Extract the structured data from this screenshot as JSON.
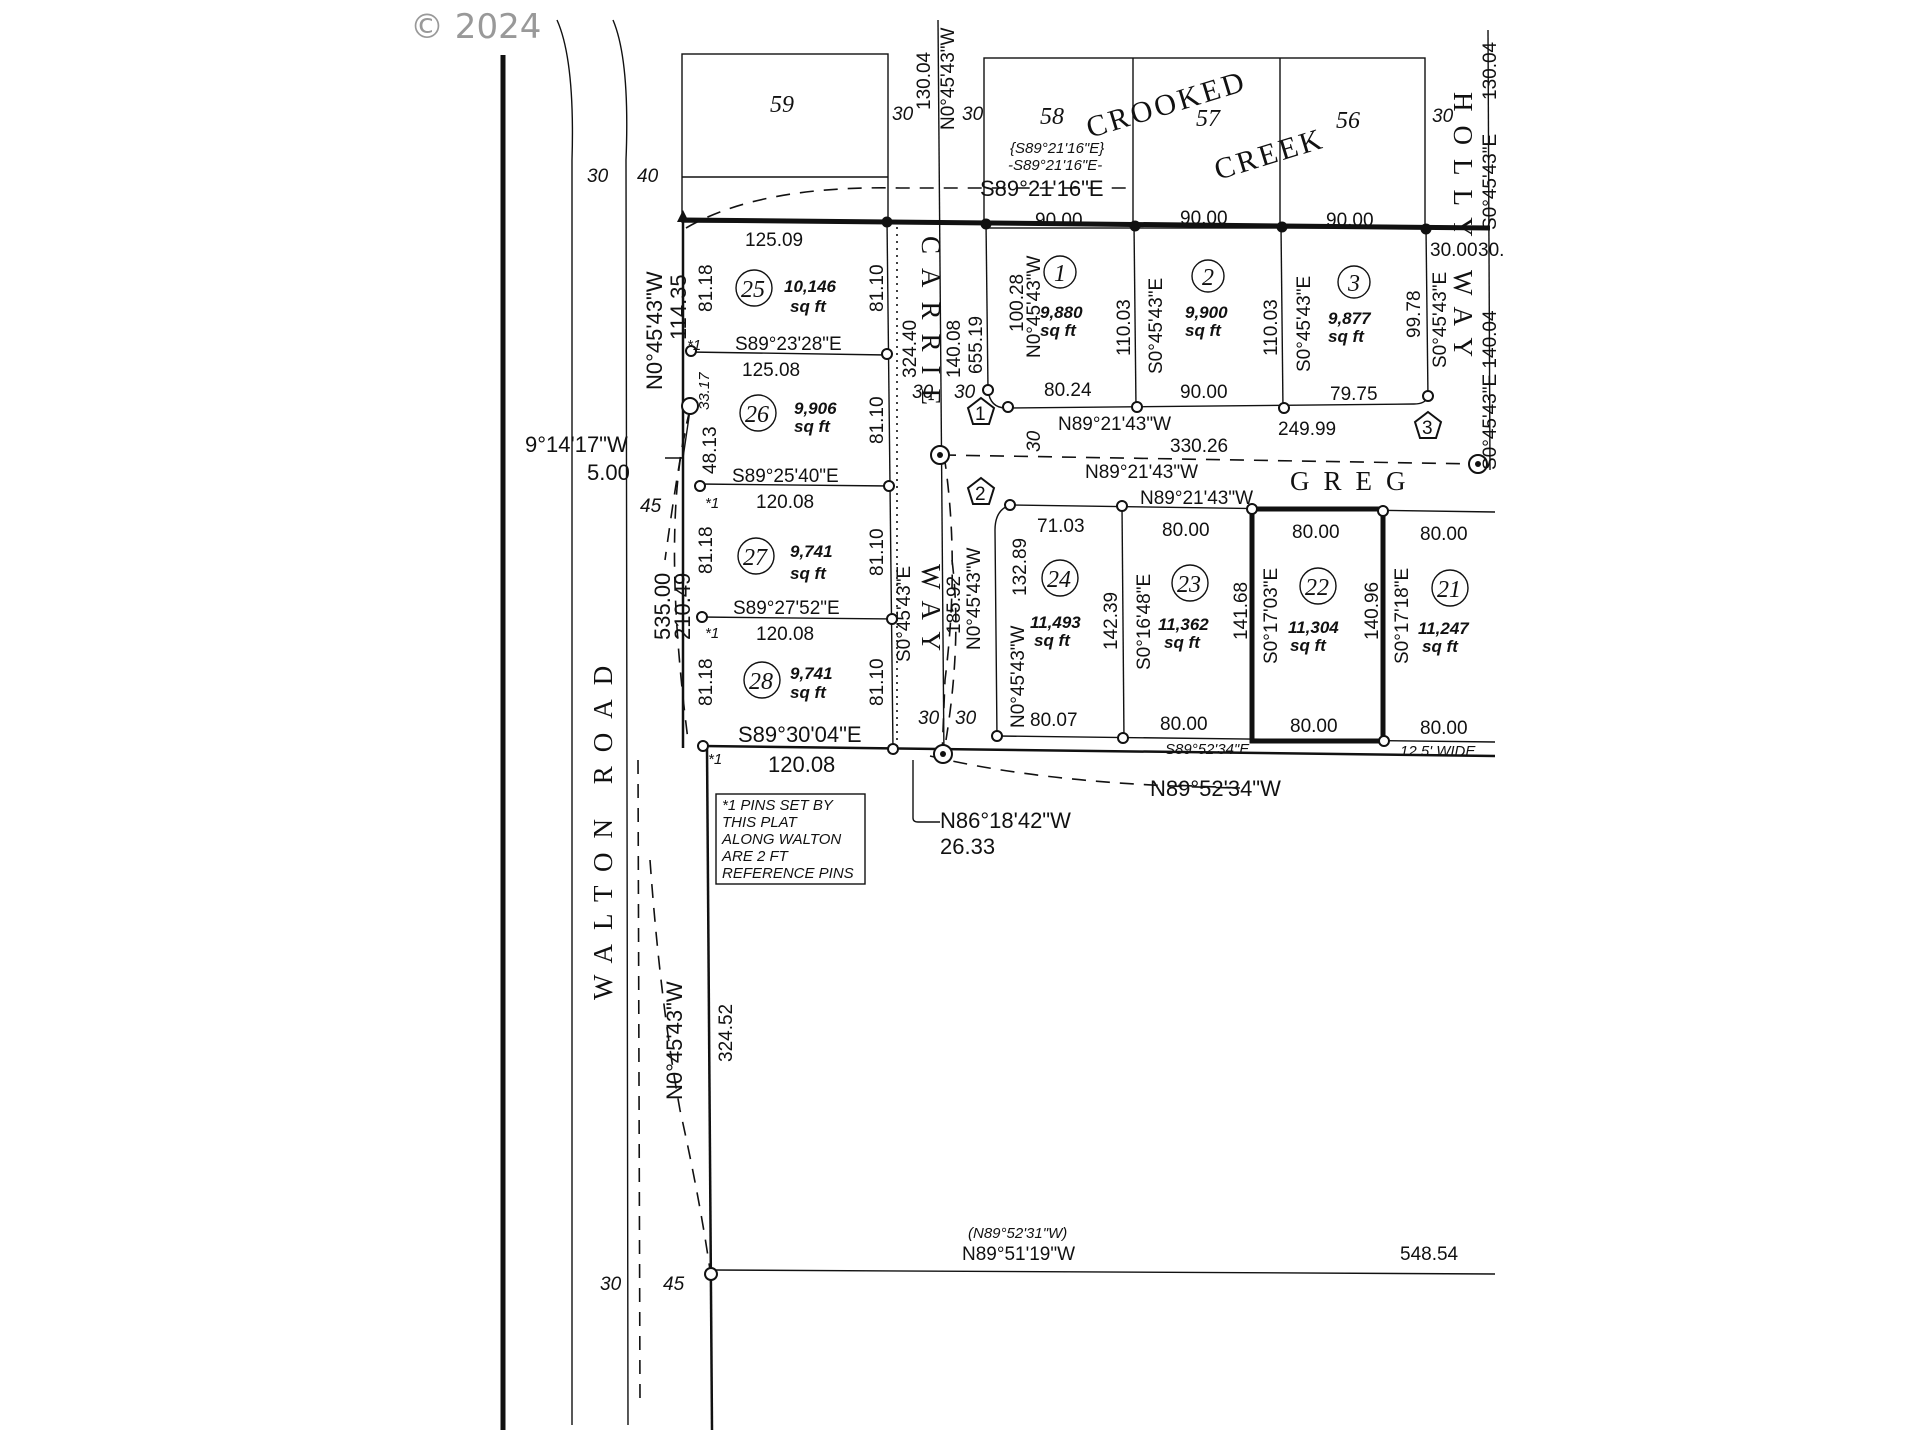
{
  "copyright": "© 2024",
  "roads": {
    "walton": "WALTON ROAD",
    "carrie": "CARRIE",
    "carrie_way": "WAY",
    "holly": "HOLLY",
    "holly_way": "WAY",
    "greg": "GREG",
    "crooked": "CROOKED",
    "creek": "CREEK"
  },
  "lots": [
    {
      "id": "59",
      "area": null
    },
    {
      "id": "58",
      "area": null
    },
    {
      "id": "57",
      "area": null
    },
    {
      "id": "56",
      "area": null
    },
    {
      "id": "1",
      "area_num": "9,880",
      "area_unit": "sq ft"
    },
    {
      "id": "2",
      "area_num": "9,900",
      "area_unit": "sq ft"
    },
    {
      "id": "3",
      "area_num": "9,877",
      "area_unit": "sq ft"
    },
    {
      "id": "25",
      "area_num": "10,146",
      "area_unit": "sq ft"
    },
    {
      "id": "26",
      "area_num": "9,906",
      "area_unit": "sq ft"
    },
    {
      "id": "27",
      "area_num": "9,741",
      "area_unit": "sq ft"
    },
    {
      "id": "28",
      "area_num": "9,741",
      "area_unit": "sq ft"
    },
    {
      "id": "24",
      "area_num": "11,493",
      "area_unit": "sq ft"
    },
    {
      "id": "23",
      "area_num": "11,362",
      "area_unit": "sq ft"
    },
    {
      "id": "22",
      "area_num": "11,304",
      "area_unit": "sq ft"
    },
    {
      "id": "21",
      "area_num": "11,247",
      "area_unit": "sq ft"
    }
  ],
  "dimensions": {
    "d30a": "30",
    "d40": "40",
    "d30b": "30",
    "d30c": "30",
    "d30d": "30",
    "d13004": "130.04",
    "b_n04543w_top": "N0°45'43\"W",
    "b_top_holly": "130.04",
    "b_s04543e_top": "S0°45'43\"E",
    "brace1": "{S89°21'16\"E}",
    "brace2": "-S89°21'16\"E-",
    "s892116e": "S89°21'16\"E",
    "d12509": "125.09",
    "d9000a": "90.00",
    "d9000b": "90.00",
    "d9000c": "90.00",
    "d8118a": "81.18",
    "d8110a": "81.10",
    "n04543w_left": "N0°45'43\"W",
    "d11435": "114.35",
    "s892328e": "S89°23'28\"E",
    "d12508": "125.08",
    "d3317": "33.17",
    "d4813": "48.13",
    "d32440": "324.40",
    "d14008": "140.08",
    "d65519": "655.19",
    "d10028": "100.28",
    "n04543w_l1": "N0°45'43\"W",
    "d11003a": "110.03",
    "s04543e_l2": "S0°45'43\"E",
    "d11003b": "110.03",
    "s04543e_l3": "S0°45'43\"E",
    "d9978": "99.78",
    "s04543e_holly": "S0°45'43\"E",
    "d3000": "30.00",
    "d30e": "30.",
    "s04543e_14004": "S0°45'43\"E 140.04",
    "d8024": "80.24",
    "d9000d": "90.00",
    "d7975": "79.75",
    "n892143w_a": "N89°21'43\"W",
    "d24999": "249.99",
    "d30f": "30",
    "d30g": "30",
    "c1": "1",
    "c2": "2",
    "c3": "3",
    "tie_bearing": "9°14'17\"W",
    "tie_dist": "5.00",
    "d8110b": "81.10",
    "s892540e": "S89°25'40\"E",
    "d12008a": "120.08",
    "d45a": "45",
    "d30h": "30",
    "n892143w_b": "N89°21'43\"W",
    "d33026": "330.26",
    "n892143w_c": "N89°21'43\"W",
    "d7103": "71.03",
    "d8000a": "80.00",
    "d8000b": "80.00",
    "d8000c": "80.00",
    "d8118b": "81.18",
    "d8110c": "81.10",
    "d53500": "535.00",
    "d21049": "210.49",
    "s892752e": "S89°27'52\"E",
    "d12008b": "120.08",
    "s04543e_carrie": "S0°45'43\"E",
    "d18592": "185.92",
    "n04543w_carrie": "N0°45'43\"W",
    "d13289": "132.89",
    "d14239": "142.39",
    "d14168": "141.68",
    "d14096": "140.96",
    "n04543w_24": "N0°45'43\"W",
    "s01648e": "S0°16'48\"E",
    "s01703e": "S0°17'03\"E",
    "s01718e": "S0°17'18\"E",
    "d8118c": "81.18",
    "d8110d": "81.10",
    "d8007": "80.07",
    "d8000d": "80.00",
    "d8000e": "80.00",
    "d8000f": "80.00",
    "d30i": "30",
    "d30j": "30",
    "s893004e": "S89°30'04\"E",
    "d12008c": "120.08",
    "s895234e": "S89°52'34\"E",
    "wide": "12.5' WIDE",
    "star1a": "*1",
    "star1b": "*1",
    "star1c": "*1",
    "star1d": "*1",
    "n895234w": "N89°52'34\"W",
    "n861842w": "N86°18'42\"W",
    "d2633": "26.33",
    "n04543w_walton": "N0°45'43\"W",
    "d32452": "324.52",
    "paren_n895231w": "(N89°52'31\"W)",
    "n895119w": "N89°51'19\"W",
    "d54854": "548.54",
    "d30k": "30",
    "d45b": "45"
  },
  "note": {
    "line1": "*1 PINS SET BY",
    "line2": "THIS PLAT",
    "line3": "ALONG WALTON",
    "line4": "ARE 2 FT",
    "line5": "REFERENCE PINS"
  }
}
